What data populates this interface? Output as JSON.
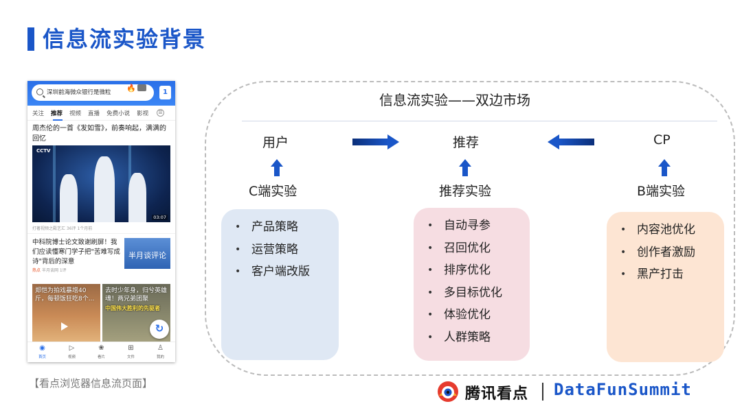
{
  "title": "信息流实验背景",
  "phone": {
    "search_text": "深圳前海微众银行是微粒",
    "badge": "1",
    "tabs": [
      "关注",
      "推荐",
      "视频",
      "直播",
      "免费小说",
      "影视"
    ],
    "menu_glyph": "☰",
    "news1_title": "周杰伦的一首《发如雪》，前奏响起，满满的回忆",
    "video_channel": "CCTV",
    "video_duration": "03:07",
    "news1_meta": "打著视频之殿艺汇 36评 1个月前",
    "news2_title": "中科院博士论文致谢刷屏！我们应读懂寒门学子把\"苦难写成诗\"背后的深意",
    "news2_thumb_text": "半月谈评论",
    "news2_hot": "热点",
    "news2_meta": "半月谈网 1评",
    "card1_title": "郑恺为拍戏暴增40斤，每顿饭狂吃8个...",
    "card2_title": "去时少年身，归兮英雄魂！两兄弟团聚",
    "card2_sub": "中国伟大胜利的先驱者",
    "refresh_glyph": "↻",
    "nav": [
      {
        "label": "首页",
        "icon": "home-icon",
        "glyph": "◉"
      },
      {
        "label": "视频",
        "icon": "play-icon",
        "glyph": "▷"
      },
      {
        "label": "看片",
        "icon": "film-icon",
        "glyph": "❀"
      },
      {
        "label": "文件",
        "icon": "file-icon",
        "glyph": "⊞"
      },
      {
        "label": "我的",
        "icon": "user-icon",
        "glyph": "♙"
      }
    ]
  },
  "caption": "【看点浏览器信息流页面】",
  "diagram": {
    "title": "信息流实验——双边市场",
    "nodes": {
      "user": "用户",
      "rec": "推荐",
      "cp": "CP"
    },
    "experiments": {
      "c": "C端实验",
      "rec": "推荐实验",
      "b": "B端实验"
    },
    "c_items": [
      "产品策略",
      "运营策略",
      "客户端改版"
    ],
    "rec_items": [
      "自动寻参",
      "召回优化",
      "排序优化",
      "多目标优化",
      "体验优化",
      "人群策略"
    ],
    "b_items": [
      "内容池优化",
      "创作者激励",
      "黑产打击"
    ]
  },
  "logos": {
    "brand_cn": "腾讯看点",
    "brand_en": "DataFunSummit"
  },
  "colors": {
    "accent": "#1a56c8",
    "box_blue": "#dfe8f4",
    "box_pink": "#f6dde2",
    "box_peach": "#fde5d3"
  }
}
